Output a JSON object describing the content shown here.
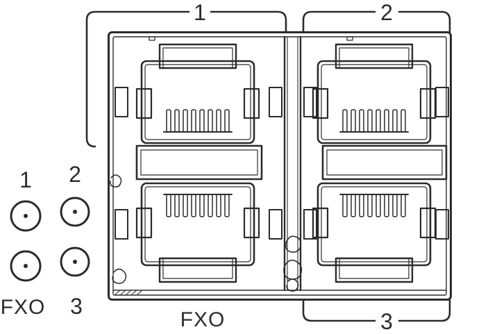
{
  "figure": {
    "callouts": {
      "port_group_1": "1",
      "port_group_2": "2",
      "port_group_3": "3",
      "ports_label": "FXO"
    },
    "led_panel": {
      "col_1_label": "1",
      "col_2_label": "2",
      "fxo_label": "FXO",
      "label_3": "3"
    },
    "colors": {
      "line": "#2b2b2b",
      "background": "#ffffff"
    }
  }
}
